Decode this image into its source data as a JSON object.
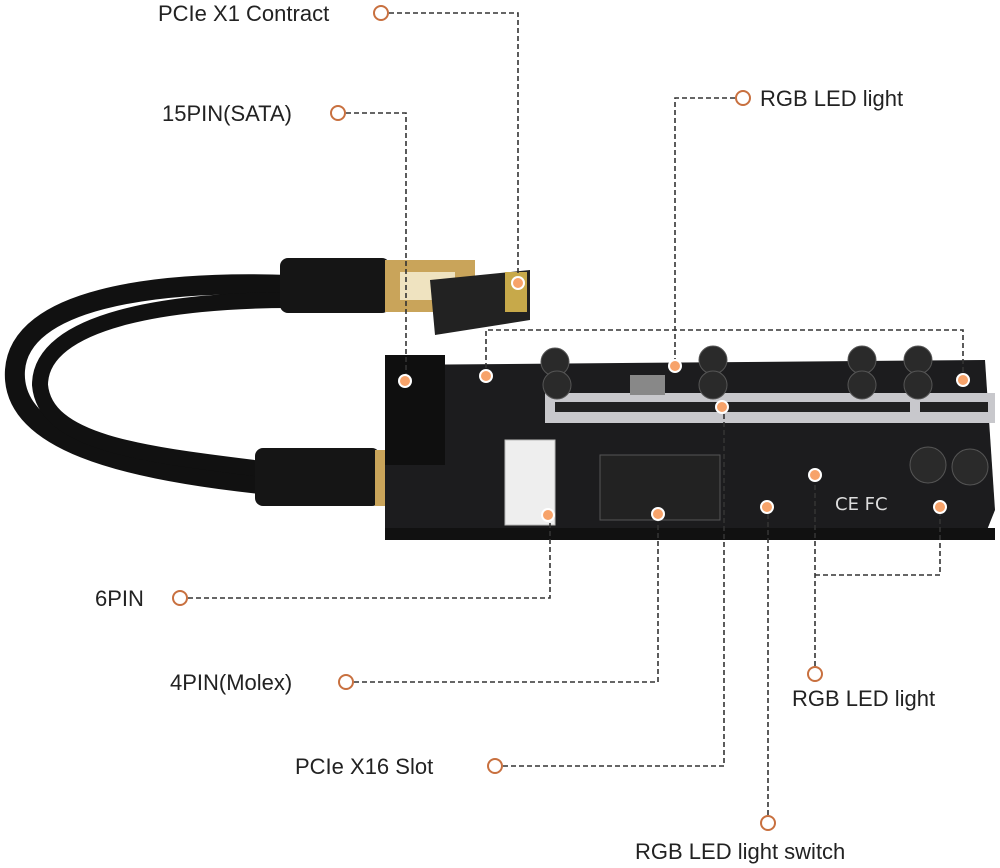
{
  "callouts": {
    "pcie_x1": "PCIe X1 Contract",
    "sata": "15PIN(SATA)",
    "rgb_top": "RGB LED light",
    "six_pin": "6PIN",
    "molex": "4PIN(Molex)",
    "x16_slot": "PCIe X16 Slot",
    "rgb_bottom": "RGB LED light",
    "rgb_switch": "RGB LED light switch"
  },
  "colors": {
    "marker": "#c8703f",
    "marker_fill": "#f7a36a",
    "board": "#1c1c1e",
    "leader": "#333333"
  }
}
